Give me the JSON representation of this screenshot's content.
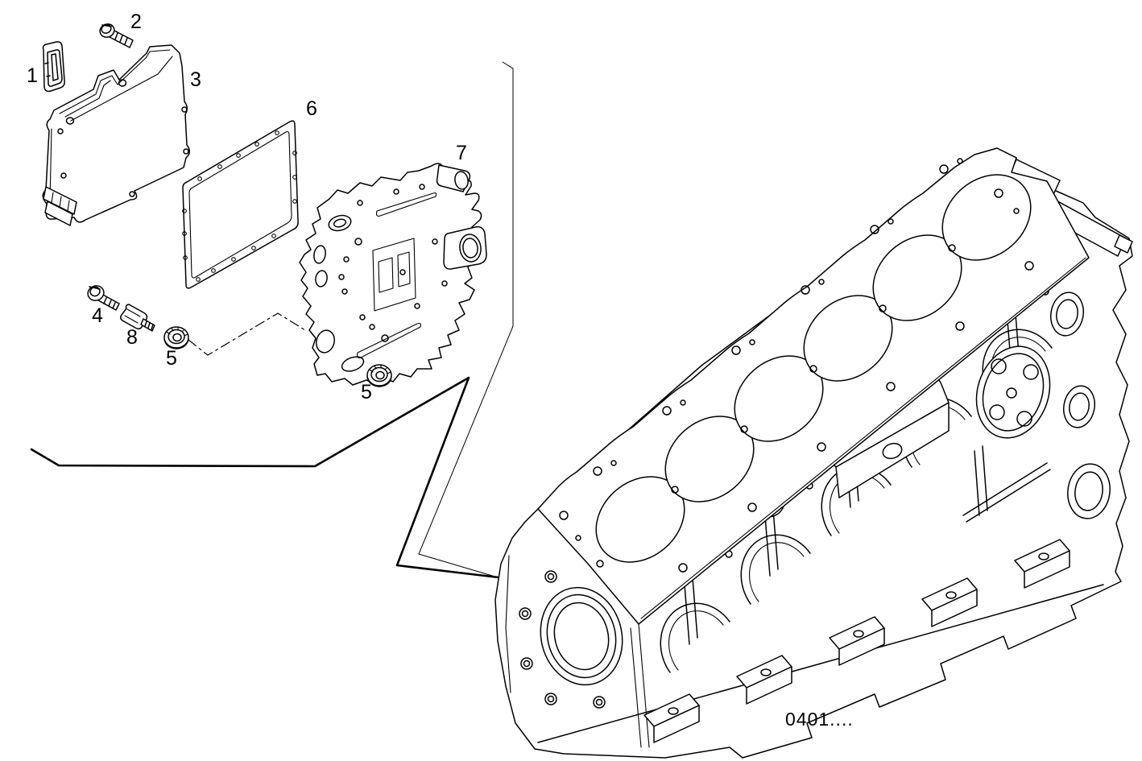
{
  "diagram": {
    "background_color": "#ffffff",
    "line_color": "#000000",
    "reference_code": "0401....",
    "callouts": [
      {
        "label": "1"
      },
      {
        "label": "2"
      },
      {
        "label": "3"
      },
      {
        "label": "4"
      },
      {
        "label": "5"
      },
      {
        "label": "5"
      },
      {
        "label": "6"
      },
      {
        "label": "7"
      },
      {
        "label": "8"
      }
    ]
  }
}
